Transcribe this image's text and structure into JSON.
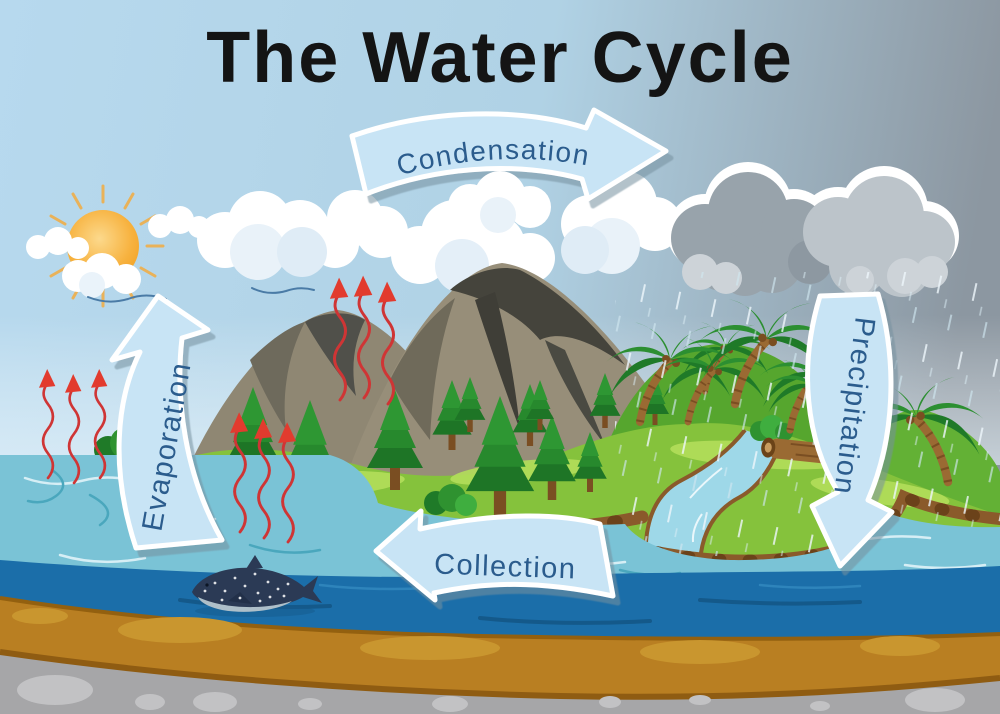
{
  "title": "The Water Cycle",
  "labels": {
    "condensation": "Condensation",
    "evaporation": "Evaporation",
    "precipitation": "Precipitation",
    "collection": "Collection"
  },
  "colors": {
    "title": "#141414",
    "label_text": "#2b5c8d",
    "label_arrow_fill": "#c8e4f5",
    "label_arrow_stroke": "#ffffff",
    "sky_left": "#b7d9ee",
    "sky_right": "#8c97a1",
    "sun": "#f5a83a",
    "vapor_arrow_red": "#d63434",
    "shallow_water": "#7ac3d6",
    "deep_water": "#1b6ea9",
    "grass": "#85c23c",
    "mountain": "#8f8773",
    "soil": "#b97f22",
    "rock": "#a6a6a8"
  }
}
